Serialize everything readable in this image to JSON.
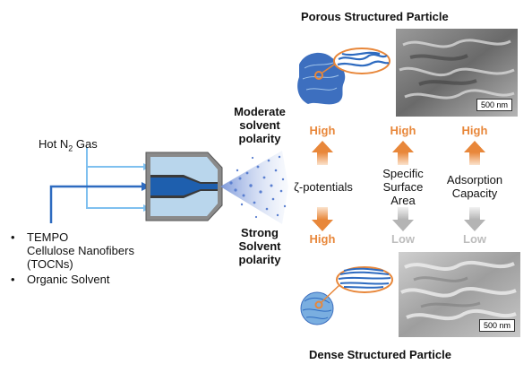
{
  "titles": {
    "top": "Porous Structured Particle",
    "bottom": "Dense Structured Particle"
  },
  "gas": {
    "prefix": "Hot N",
    "subscript": "2",
    "suffix": " Gas"
  },
  "inputs": {
    "bullet_symbol": "•",
    "item1": "TEMPO Cellulose Nanofibers (TOCNs)",
    "item1_lines": [
      "TEMPO",
      "Cellulose Nanofibers",
      "(TOCNs)"
    ],
    "item2": "Organic Solvent"
  },
  "solvent": {
    "moderate_lines": [
      "Moderate",
      "solvent",
      "polarity"
    ],
    "strong_lines": [
      "Strong",
      "Solvent",
      "polarity"
    ]
  },
  "properties": [
    {
      "label_lines": [
        "ζ-potentials"
      ],
      "top": "High",
      "bottom": "High"
    },
    {
      "label_lines": [
        "Specific",
        "Surface",
        "Area"
      ],
      "top": "High",
      "bottom": "Low"
    },
    {
      "label_lines": [
        "Adsorption",
        "Capacity"
      ],
      "top": "High",
      "bottom": "Low"
    }
  ],
  "sem": {
    "scale_top": "500 nm",
    "scale_bottom": "500 nm"
  },
  "colors": {
    "high": "#e8873a",
    "low": "#bdbdbd",
    "nozzle_outer": "#8ab8d8",
    "nozzle_inner": "#1e5fae",
    "gas_line": "#7fc0ef",
    "feed_line": "#2e6bc0"
  }
}
